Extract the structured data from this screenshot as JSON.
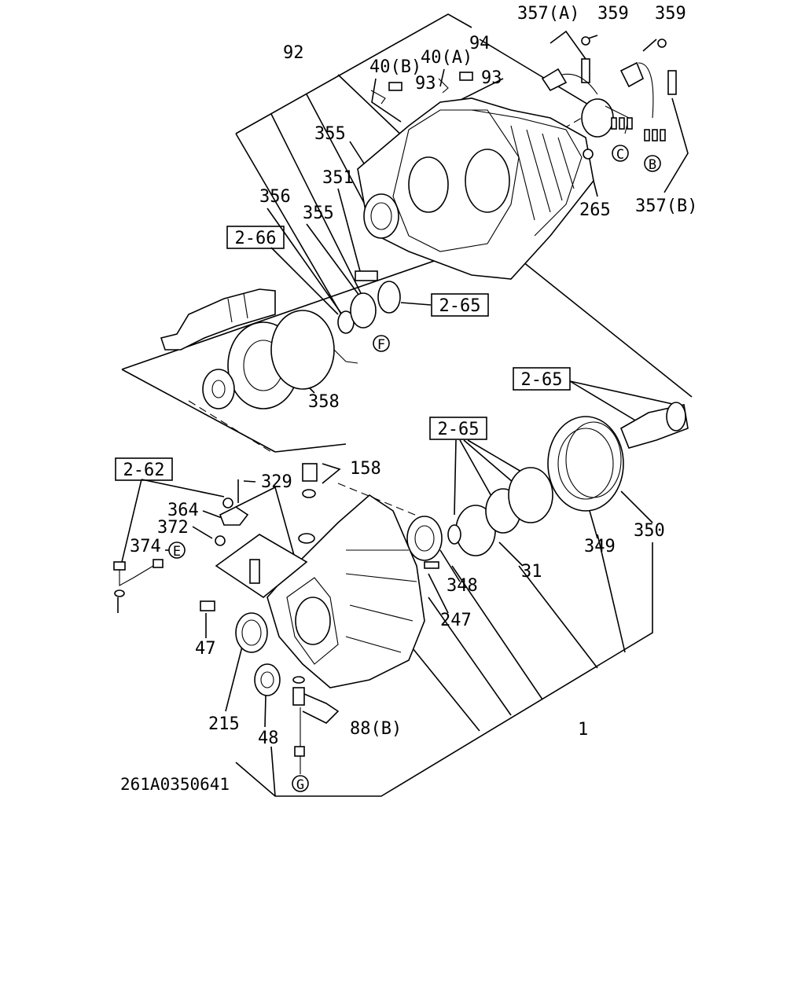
{
  "diagram_code": "261A0350641",
  "callouts": {
    "c92": "92",
    "c94": "94",
    "c357a": "357(A)",
    "c359a": "359",
    "c359b": "359",
    "c40b": "40(B)",
    "c40a": "40(A)",
    "c93a": "93",
    "c93b": "93",
    "c355a": "355",
    "c351": "351",
    "c356": "356",
    "c355b": "355",
    "c265": "265",
    "c357b": "357(B)",
    "c358": "358",
    "c329": "329",
    "c158": "158",
    "c364": "364",
    "c372": "372",
    "c374": "374",
    "c47": "47",
    "c348": "348",
    "c31": "31",
    "c349": "349",
    "c350": "350",
    "c247": "247",
    "c215": "215",
    "c48": "48",
    "c88b": "88(B)",
    "c1": "1"
  },
  "refs": {
    "r266": "2-66",
    "r265a": "2-65",
    "r265b": "2-65",
    "r265c": "2-65",
    "r262": "2-62"
  },
  "connectors": {
    "cC": "C",
    "cB": "B",
    "cF": "F",
    "cE": "E",
    "cG": "G"
  }
}
